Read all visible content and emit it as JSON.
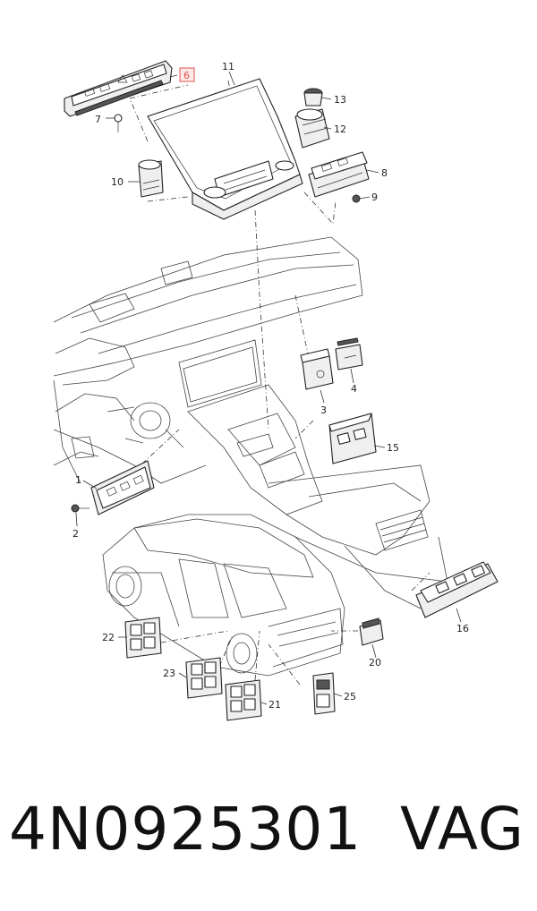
{
  "diagram": {
    "callouts": {
      "c1": "1",
      "c2": "2",
      "c3": "3",
      "c4": "4",
      "c6": "6",
      "c7": "7",
      "c8": "8",
      "c9": "9",
      "c10": "10",
      "c11": "11",
      "c12": "12",
      "c13": "13",
      "c15": "15",
      "c16": "16",
      "c20": "20",
      "c21": "21",
      "c22": "22",
      "c23": "23",
      "c25": "25"
    },
    "highlight_color": "#e05050"
  },
  "footer": {
    "part_number": "4N0925301",
    "brand": "VAG"
  }
}
